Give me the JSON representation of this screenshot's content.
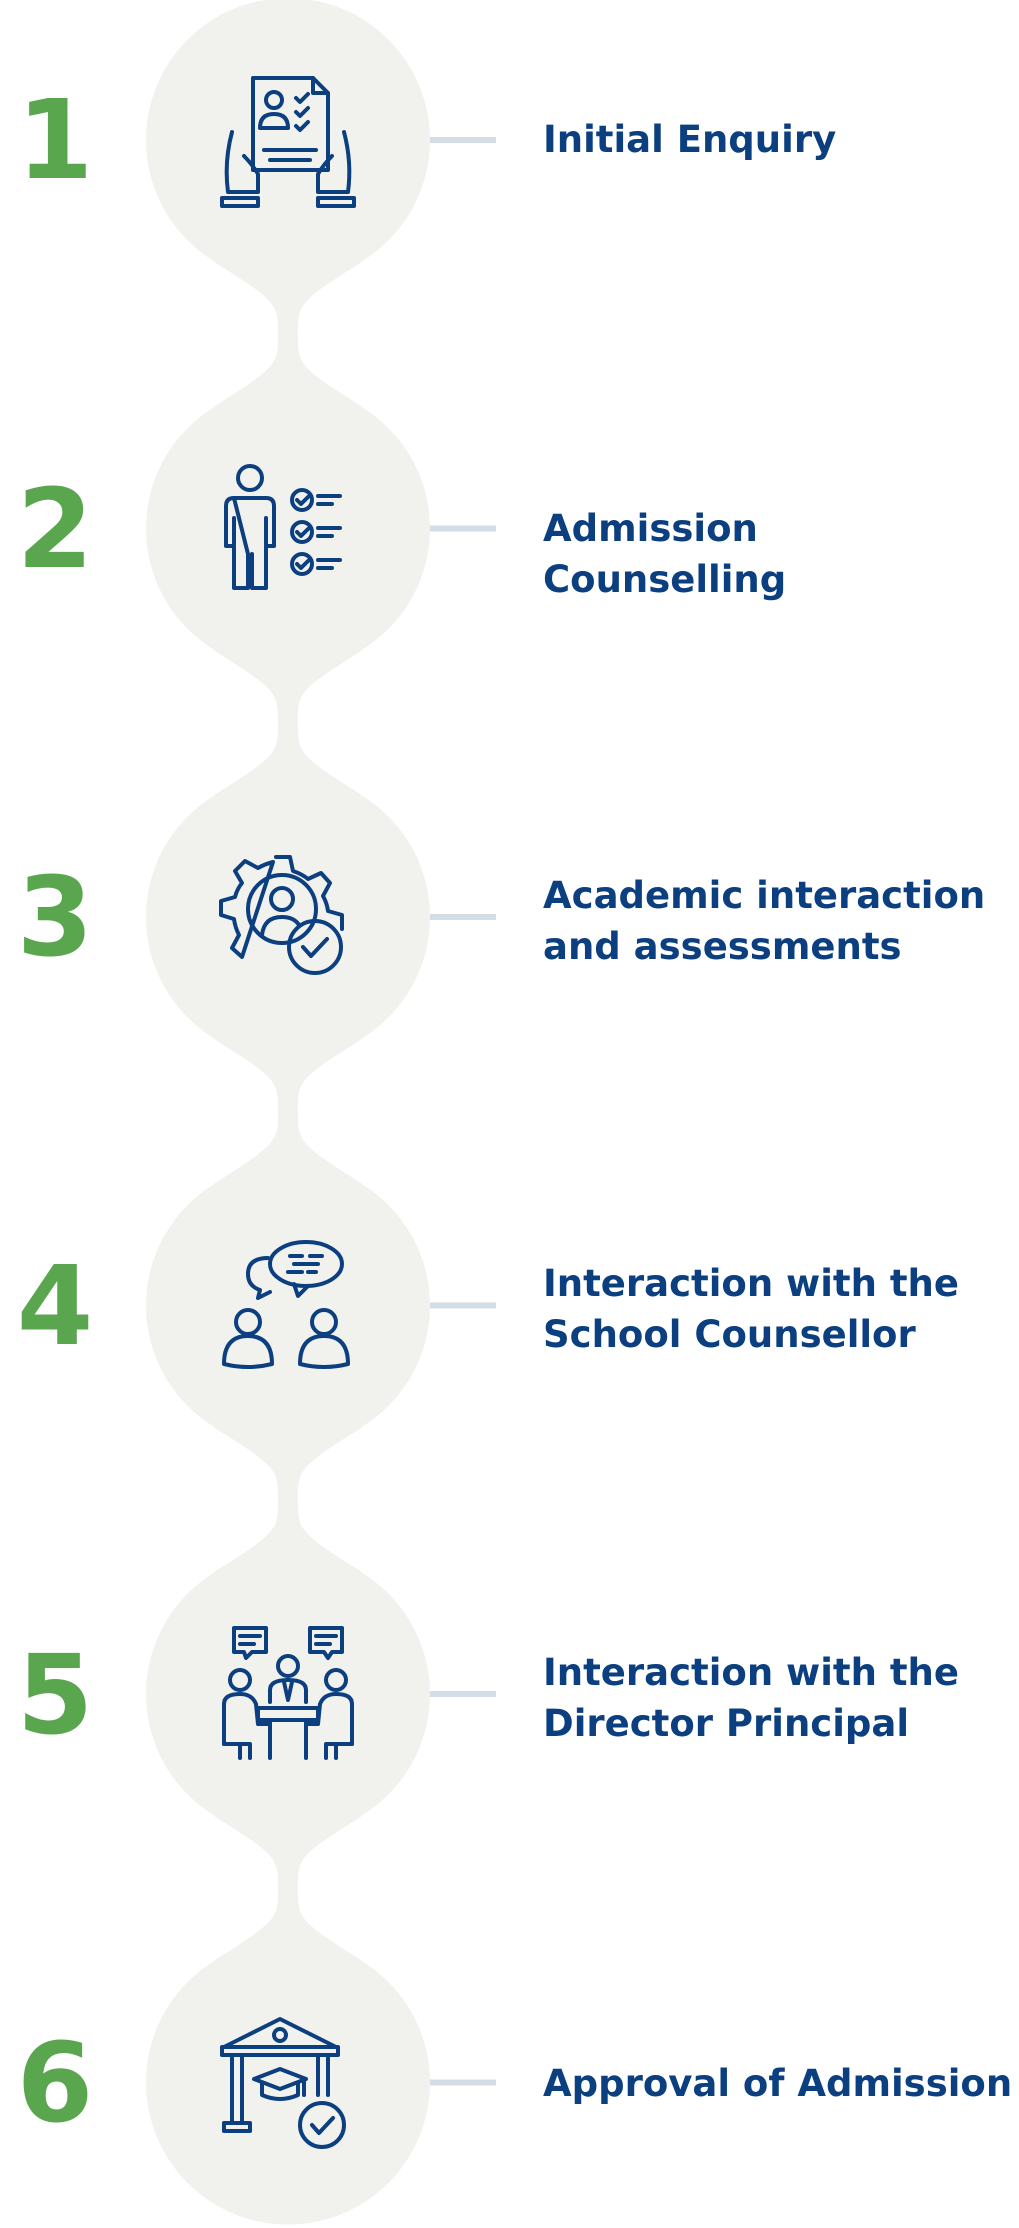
{
  "colors": {
    "number": "#5aa64f",
    "label": "#0b3f80",
    "icon": "#0b3f80",
    "shape": "#f1f1ed",
    "connector": "#d3dde6"
  },
  "steps": [
    {
      "number": "1",
      "label": "Initial Enquiry",
      "icon": "application-form-icon"
    },
    {
      "number": "2",
      "label": "Admission Counselling",
      "icon": "checklist-person-icon"
    },
    {
      "number": "3",
      "label": "Academic interaction and assessments",
      "icon": "gear-user-check-icon"
    },
    {
      "number": "4",
      "label": "Interaction with the School Counsellor",
      "icon": "conversation-icon"
    },
    {
      "number": "5",
      "label": "Interaction with the Director Principal",
      "icon": "meeting-icon"
    },
    {
      "number": "6",
      "label": "Approval of Admission",
      "icon": "graduation-approval-icon"
    }
  ]
}
